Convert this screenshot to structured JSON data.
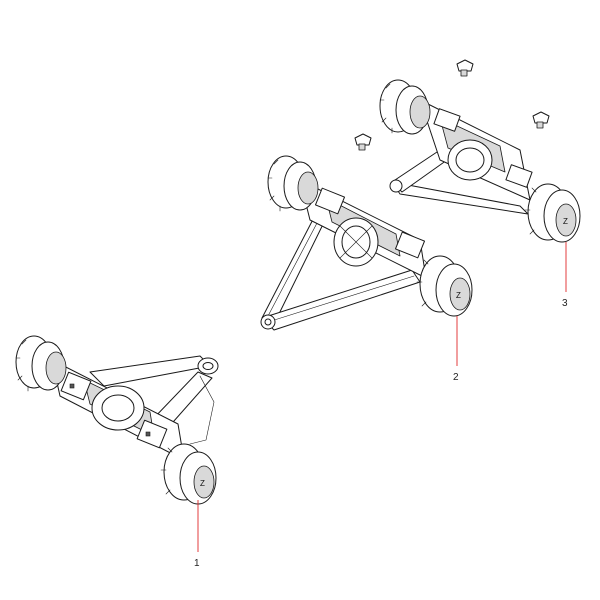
{
  "diagram": {
    "callouts": [
      {
        "label": "1"
      },
      {
        "label": "2"
      },
      {
        "label": "3"
      }
    ],
    "colors": {
      "line": "#1a1a1a",
      "leader": "#e0282a",
      "background": "#ffffff"
    }
  }
}
